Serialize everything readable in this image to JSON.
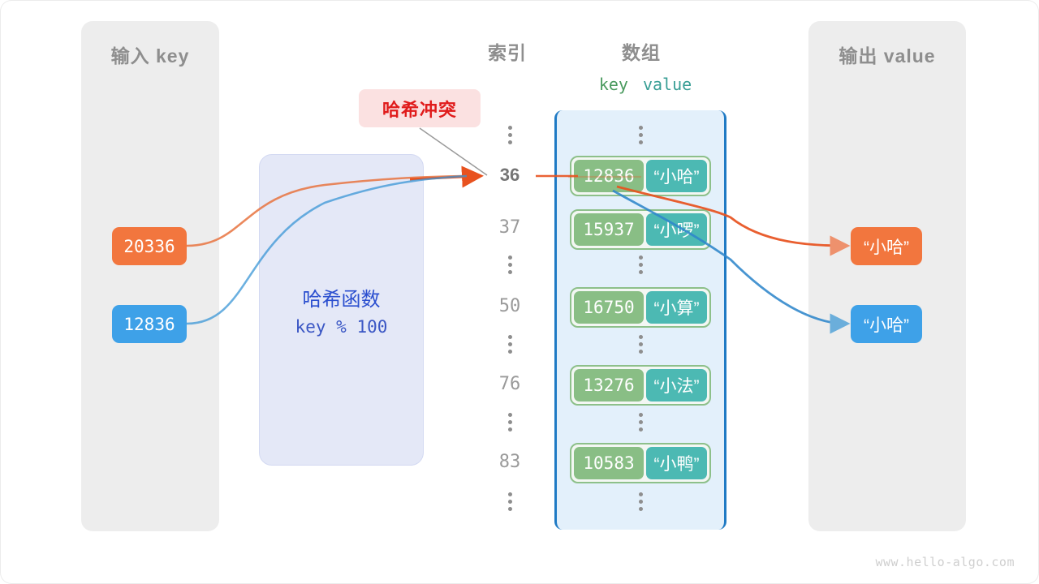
{
  "panels": {
    "input": {
      "title": "输入 key"
    },
    "output": {
      "title": "输出 value"
    }
  },
  "headers": {
    "index": "索引",
    "array": "数组",
    "key": "key",
    "value": "value"
  },
  "hash_function": {
    "title": "哈希函数",
    "formula": "key % 100"
  },
  "annotation": {
    "collision": "哈希冲突"
  },
  "input_keys": [
    {
      "value": "20336",
      "color": "#f2763e"
    },
    {
      "value": "12836",
      "color": "#3ea1e8"
    }
  ],
  "output_values": [
    {
      "value": "“小哈”",
      "color": "#f2763e"
    },
    {
      "value": "“小哈”",
      "color": "#3ea1e8"
    }
  ],
  "index_column": [
    {
      "type": "dots"
    },
    {
      "type": "index",
      "label": "36",
      "active": true
    },
    {
      "type": "index",
      "label": "37",
      "active": false
    },
    {
      "type": "dots"
    },
    {
      "type": "index",
      "label": "50",
      "active": false
    },
    {
      "type": "dots"
    },
    {
      "type": "index",
      "label": "76",
      "active": false
    },
    {
      "type": "dots"
    },
    {
      "type": "index",
      "label": "83",
      "active": false
    },
    {
      "type": "dots"
    }
  ],
  "buckets": [
    {
      "key": "12836",
      "value": "“小哈”"
    },
    {
      "key": "15937",
      "value": "“小啰”"
    },
    {
      "key": "16750",
      "value": "“小算”"
    },
    {
      "key": "13276",
      "value": "“小法”"
    },
    {
      "key": "10583",
      "value": "“小鸭”"
    }
  ],
  "colors": {
    "panel_bg": "#ededed",
    "hash_bg": "#e4e8f7",
    "hash_text": "#2b4fcf",
    "array_bg": "#e3f0fb",
    "array_border": "#1f7ac4",
    "key_chip": "#89be85",
    "value_chip": "#4cb9b3",
    "cell_border": "#8dc08a",
    "orange": "#f2763e",
    "blue": "#3ea1e8",
    "collision_bg": "#fbe1e1",
    "collision_text": "#e01b1b",
    "label_gray": "#8e8e8e"
  },
  "watermark": "www.hello-algo.com"
}
